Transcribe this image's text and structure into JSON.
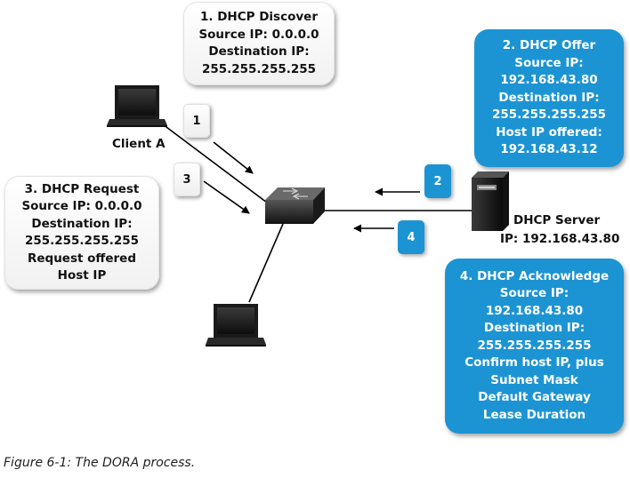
{
  "callouts": {
    "discover": [
      "1. DHCP Discover",
      "Source IP: 0.0.0.0",
      "Destination IP:",
      "255.255.255.255"
    ],
    "offer": [
      "2. DHCP Offer",
      "Source IP:",
      "192.168.43.80",
      "Destination IP:",
      "255.255.255.255",
      "Host IP offered:",
      "192.168.43.12"
    ],
    "request": [
      "3. DHCP Request",
      "Source IP: 0.0.0.0",
      "Destination  IP:",
      "255.255.255.255",
      "Request offered",
      "Host IP"
    ],
    "acknowledge": [
      "4. DHCP Acknowledge",
      "Source IP:",
      "192.168.43.80",
      "Destination IP:",
      "255.255.255.255",
      "Confirm host IP, plus",
      "Subnet Mask",
      "Default Gateway",
      "Lease Duration"
    ]
  },
  "steps": {
    "s1": "1",
    "s2": "2",
    "s3": "3",
    "s4": "4"
  },
  "nodes": {
    "client_label": "Client A",
    "server_label": "DHCP Server",
    "server_ip": "IP: 192.168.43.80"
  },
  "caption": "Figure 6-1: The DORA process.",
  "colors": {
    "blue": "#1c94d3",
    "ink": "#111111"
  }
}
